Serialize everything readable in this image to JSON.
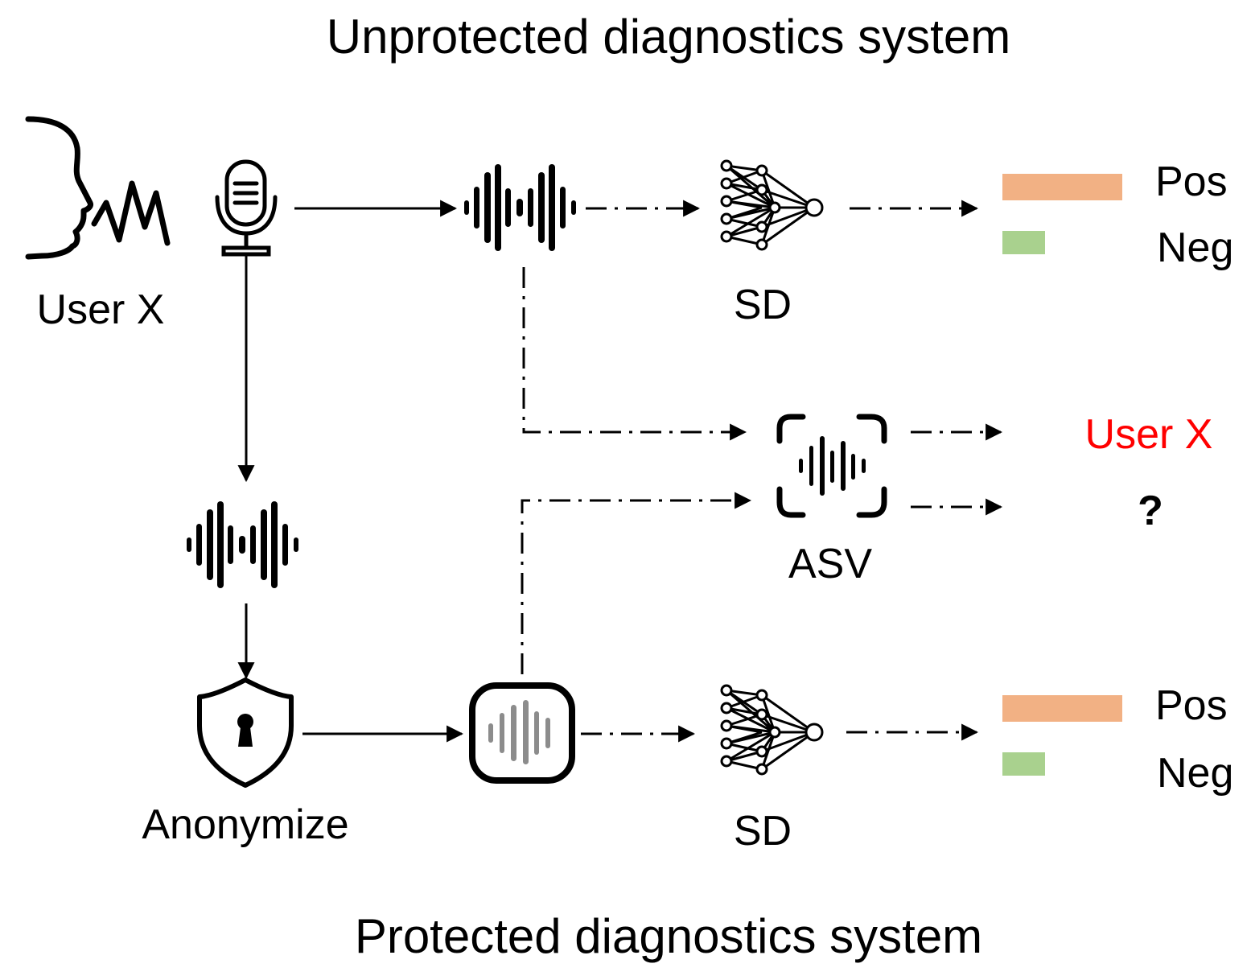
{
  "top_title": "Unprotected diagnostics system",
  "bottom_title": "Protected diagnostics system",
  "user": {
    "label": "User X"
  },
  "anonymize": {
    "label": "Anonymize"
  },
  "sd_top": {
    "label": "SD"
  },
  "sd_bottom": {
    "label": "SD"
  },
  "asv": {
    "label": "ASV",
    "output_identified": "User X",
    "output_unknown": "?"
  },
  "result_top": {
    "pos_label": "Pos",
    "neg_label": "Neg"
  },
  "result_bottom": {
    "pos_label": "Pos",
    "neg_label": "Neg"
  },
  "colors": {
    "pos_bar": "#f2b184",
    "neg_bar": "#a9d18e",
    "identified_text": "#ff0000",
    "line": "#000000"
  },
  "icons": {
    "speaker": "speaking-head-icon",
    "mic": "microphone-icon",
    "waveform": "waveform-icon",
    "network": "neural-network-icon",
    "asv": "voice-scan-icon",
    "shield": "shield-lock-icon",
    "anon_wave": "anonymized-waveform-icon"
  }
}
